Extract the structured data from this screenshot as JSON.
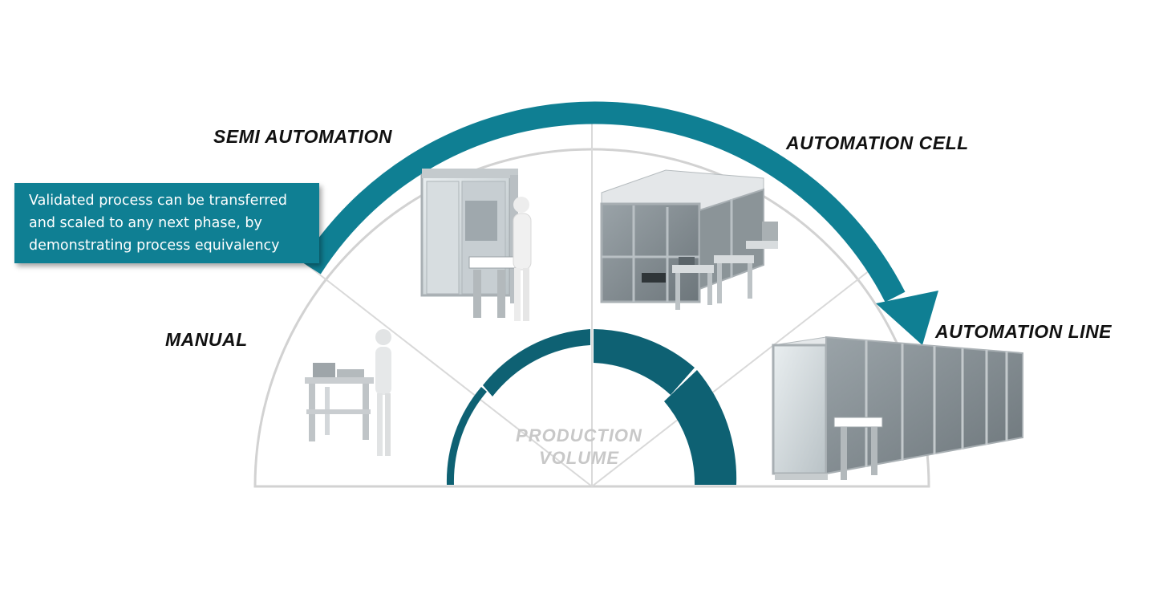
{
  "phases": {
    "manual": "MANUAL",
    "semi": "SEMI AUTOMATION",
    "cell": "AUTOMATION CELL",
    "line": "AUTOMATION LINE"
  },
  "callout": {
    "lines": [
      "Validated process can be transferred",
      "and scaled to any next phase, by",
      "demonstrating process equivalency"
    ]
  },
  "center": {
    "line1": "PRODUCTION",
    "line2": "VOLUME"
  },
  "colors": {
    "accent_teal": "#0f7f93",
    "volume_arc": "#0e6173",
    "outline_grey": "#cfcfcf",
    "label_grey": "#c8c8c8"
  }
}
